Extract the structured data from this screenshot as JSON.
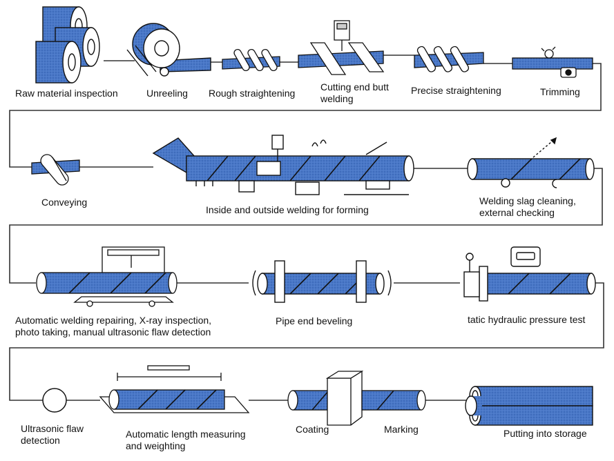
{
  "colors": {
    "pipe_blue": "#4a78c8",
    "pipe_blue_dark": "#2d5aa8",
    "line": "#333333",
    "outline": "#111111",
    "paper": "#ffffff"
  },
  "rows": [
    {
      "steps": [
        {
          "id": "raw-material-inspection",
          "label": "Raw material inspection",
          "icon": "steel-coils-icon"
        },
        {
          "id": "unreeling",
          "label": "Unreeling",
          "icon": "unreeling-coil-icon"
        },
        {
          "id": "rough-straightening",
          "label": "Rough straightening",
          "icon": "roller-set-icon"
        },
        {
          "id": "cutting-end-butt-welding",
          "label": "Cutting end butt\nwelding",
          "icon": "butt-welding-machine-icon"
        },
        {
          "id": "precise-straightening",
          "label": "Precise straightening",
          "icon": "roller-set-icon"
        },
        {
          "id": "trimming",
          "label": "Trimming",
          "icon": "trimming-icon"
        }
      ]
    },
    {
      "steps": [
        {
          "id": "conveying",
          "label": "Conveying",
          "icon": "conveyor-roller-icon"
        },
        {
          "id": "inside-outside-welding",
          "label": "Inside and outside welding for forming",
          "icon": "spiral-forming-machine-icon"
        },
        {
          "id": "welding-slag-cleaning",
          "label": "Welding slag cleaning,\nexternal checking",
          "icon": "pipe-on-rollers-icon"
        }
      ]
    },
    {
      "steps": [
        {
          "id": "automatic-welding-repairing",
          "label": "Automatic welding repairing, X-ray inspection,\nphoto taking, manual ultrasonic flaw detection",
          "icon": "xray-station-icon"
        },
        {
          "id": "pipe-end-beveling",
          "label": "Pipe end beveling",
          "icon": "beveling-machine-icon"
        },
        {
          "id": "hydraulic-pressure-test",
          "label": "tatic hydraulic pressure test",
          "icon": "hydrostatic-tester-icon"
        }
      ]
    },
    {
      "steps": [
        {
          "id": "ultrasonic-flaw-detection",
          "label": "Ultrasonic flaw\ndetection",
          "icon": "ultrasonic-ring-icon"
        },
        {
          "id": "length-measuring",
          "label": "Automatic length measuring\nand weighting",
          "icon": "weighing-platform-icon"
        },
        {
          "id": "coating",
          "label": "Coating",
          "icon": "coating-box-icon"
        },
        {
          "id": "marking",
          "label": "Marking",
          "icon": "marked-pipe-icon"
        },
        {
          "id": "putting-into-storage",
          "label": "Putting into storage",
          "icon": "stacked-pipes-icon"
        }
      ]
    }
  ]
}
